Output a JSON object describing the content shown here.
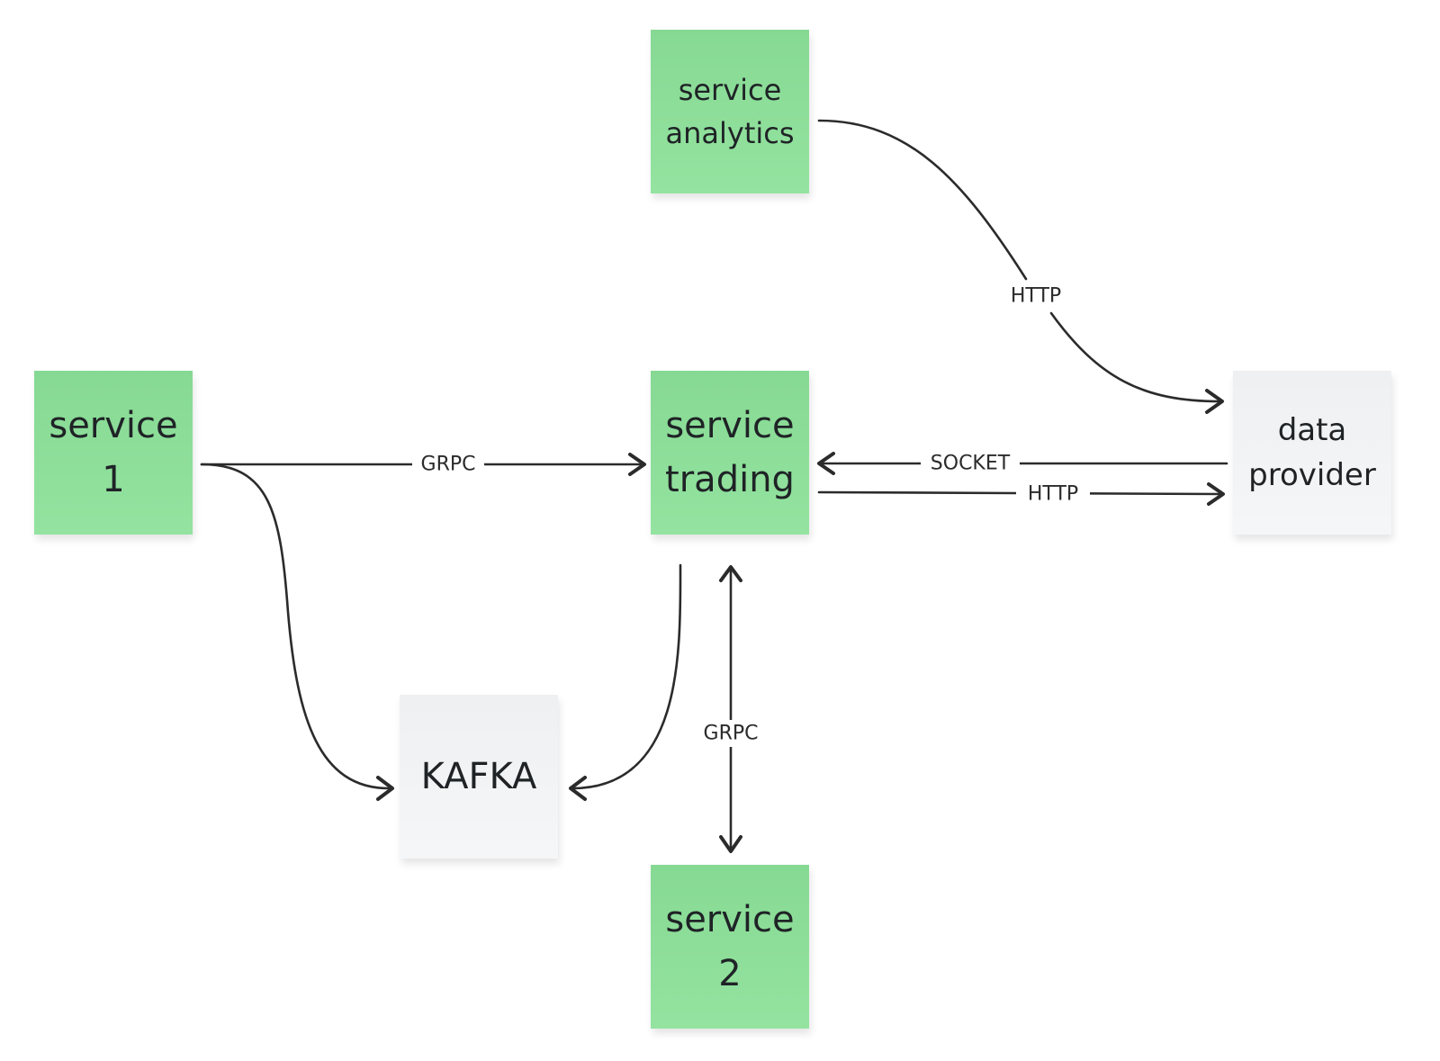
{
  "nodes": {
    "service_analytics": {
      "label": "service\nanalytics",
      "color": "#8cde99"
    },
    "service_1": {
      "label": "service\n1",
      "color": "#8cde99"
    },
    "service_trading": {
      "label": "service\ntrading",
      "color": "#8cde99"
    },
    "data_provider": {
      "label": "data\nprovider",
      "color": "#f2f3f5"
    },
    "kafka": {
      "label": "KAFKA",
      "color": "#f2f3f5"
    },
    "service_2": {
      "label": "service\n2",
      "color": "#8cde99"
    }
  },
  "edges": {
    "analytics_to_provider": {
      "label": "HTTP"
    },
    "service1_to_trading": {
      "label": "GRPC"
    },
    "provider_to_trading": {
      "label": "SOCKET"
    },
    "trading_to_provider": {
      "label": "HTTP"
    },
    "trading_service2": {
      "label": "GRPC"
    },
    "service1_to_kafka": {
      "label": ""
    },
    "trading_to_kafka": {
      "label": ""
    }
  },
  "colors": {
    "line": "#2b2b2b",
    "green_sticky": "#8cde99",
    "gray_sticky": "#f2f3f5"
  }
}
